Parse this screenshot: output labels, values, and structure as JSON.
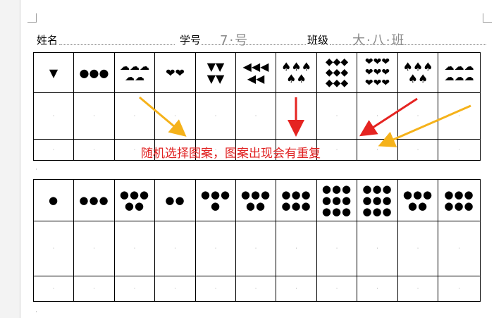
{
  "header": {
    "name_label": "姓名",
    "student_no_label": "学号",
    "student_no_value": "7·号",
    "class_label": "班级",
    "class_value": "大·八·班"
  },
  "table1": {
    "symbols": [
      "▼",
      "●●●",
      "☁☁☁\n☁☁",
      "❤❤",
      "▼▼\n▼▼",
      "◀◀◀\n◀◀",
      "♠♠♠\n♠♠",
      "◆◆◆\n◆◆◆\n◆◆◆",
      "❤❤❤\n❤❤❤\n❤❤❤",
      "♠♠♠\n♠♠",
      "☁☁☁\n☁☁☁"
    ],
    "rows_marks": [
      "·",
      "·"
    ]
  },
  "table2": {
    "symbols": [
      "●",
      "●●●",
      "●●●\n●●",
      "●●",
      "●●●\n●",
      "●●●\n●●",
      "●●●\n●●●",
      "●●●\n●●●\n●●●",
      "●●●\n●●●\n●●●",
      "●●●\n●●",
      "●●●\n●●●"
    ],
    "rows_marks": [
      "·",
      "·"
    ]
  },
  "annotation": "随机选择图案，图案出现会有重复",
  "colors": {
    "annotation": "#e02020",
    "arrow_orange": "#f5b21a",
    "arrow_red": "#e52421"
  }
}
